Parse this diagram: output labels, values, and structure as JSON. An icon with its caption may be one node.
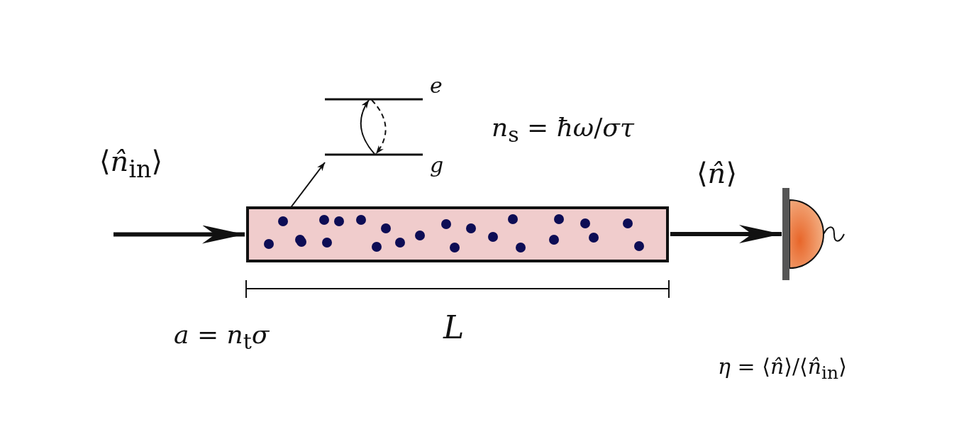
{
  "diagram": {
    "nodes": [
      {
        "text": [],
        "shape": "box"
      },
      {
        "text": [],
        "shape": "circle",
        "in": 0
      },
      {
        "text": [
          "*e*"
        ]
      },
      {
        "text": [
          "*g*"
        ]
      },
      {
        "text": [],
        "shape": "picture"
      }
    ],
    "edges": [
      {
        "from": null,
        "to": 0,
        "arrow": "to",
        "label": "⟨*n̂*$_{in}$⟩",
        "style": "thick"
      },
      {
        "from": 0,
        "to": 4,
        "arrow": "to",
        "label": "⟨*n̂*⟩",
        "style": "thick"
      },
      {
        "from": 1,
        "to": 3,
        "arrow": "to"
      },
      {
        "from": 3,
        "to": 2,
        "arrow": "to"
      },
      {
        "from": 2,
        "to": 3,
        "arrow": "to",
        "style": "dashed"
      }
    ],
    "labels": [
      "*n*$_{s}$ = *ħω*/*στ*",
      "*a* = *n*$_{t}$*σ*",
      "*L*",
      "*η* = ⟨*n̂*⟩/⟨*n̂*$_{in}$⟩"
    ]
  }
}
